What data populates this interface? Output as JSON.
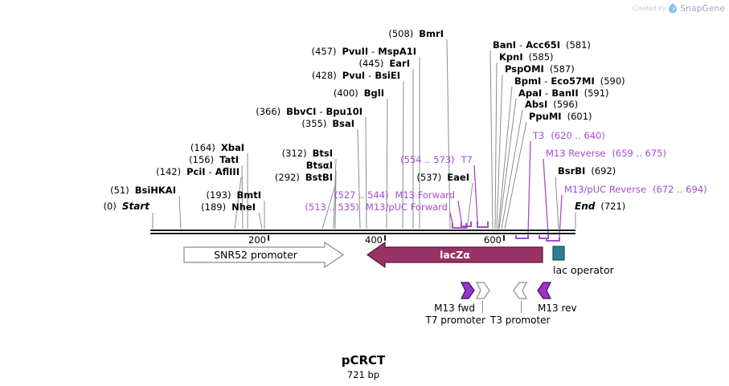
{
  "colors": {
    "primer": "#A24BD3",
    "leader": "#8C8C8C",
    "map_line": "#1A1A1A",
    "lacz_fill": "#993366",
    "lacz_stroke": "#4D1A33",
    "operator_fill": "#2E7F96",
    "operator_stroke": "#16505F",
    "primer_arrow_fill": "#9933CC",
    "primer_arrow_stroke": "#3D1152",
    "white_arrow_stroke": "#8C8C8C",
    "brand_blue": "#7FC4EE",
    "brand_gray": "#9AA7B8"
  },
  "credit": {
    "prefix": "Created by",
    "brand": "SnapGene"
  },
  "plasmid": {
    "name": "pCRCT",
    "length": "721 bp"
  },
  "ruler": {
    "ticks": [
      "200",
      "400",
      "600"
    ]
  },
  "sites": {
    "bmri": {
      "pos": "(508)",
      "n1": "BmrI"
    },
    "pvuii": {
      "pos": "(457)",
      "n1": "PvuII",
      "sep": "-",
      "n2": "MspA1I"
    },
    "eari": {
      "pos": "(445)",
      "n1": "EarI"
    },
    "pvui": {
      "pos": "(428)",
      "n1": "PvuI",
      "sep": "-",
      "n2": "BsiEI"
    },
    "bgli": {
      "pos": "(400)",
      "n1": "BglI"
    },
    "bbvci": {
      "pos": "(366)",
      "n1": "BbvCI",
      "sep": "-",
      "n2": "Bpu10I"
    },
    "bsai": {
      "pos": "(355)",
      "n1": "BsaI"
    },
    "xbai": {
      "pos": "(164)",
      "n1": "XbaI"
    },
    "tati": {
      "pos": "(156)",
      "n1": "TatI"
    },
    "pcii": {
      "pos": "(142)",
      "n1": "PciI",
      "sep": "-",
      "n2": "AflIII"
    },
    "btsi": {
      "pos": "(312)",
      "n1": "BtsI"
    },
    "btsai": {
      "n1": "BtsαI"
    },
    "bstbi": {
      "pos": "(292)",
      "n1": "BstBI"
    },
    "bsihkai": {
      "pos": "(51)",
      "n1": "BsiHKAI"
    },
    "bmti": {
      "pos": "(193)",
      "n1": "BmtI"
    },
    "nhei": {
      "pos": "(189)",
      "n1": "NheI"
    },
    "start": {
      "pos": "(0)",
      "n1": "Start"
    },
    "eaei": {
      "pos": "(537)",
      "n1": "EaeI"
    },
    "bani": {
      "n1": "BanI",
      "sep": "-",
      "n2": "Acc65I",
      "pos": "(581)"
    },
    "kpni": {
      "n1": "KpnI",
      "pos": "(585)"
    },
    "pspomi": {
      "n1": "PspOMI",
      "pos": "(587)"
    },
    "bpmi": {
      "n1": "BpmI",
      "sep": "-",
      "n2": "Eco57MI",
      "pos": "(590)"
    },
    "apai": {
      "n1": "ApaI",
      "sep": "-",
      "n2": "BanII",
      "pos": "(591)"
    },
    "absi": {
      "n1": "AbsI",
      "pos": "(596)"
    },
    "ppumi": {
      "n1": "PpuMI",
      "pos": "(601)"
    },
    "bsrbi": {
      "n1": "BsrBI",
      "pos": "(692)"
    },
    "end": {
      "n1": "End",
      "pos": "(721)"
    }
  },
  "primers": {
    "t7": {
      "range": "(554 .. 573)",
      "name": "T7"
    },
    "m13_forward": {
      "range": "(527 .. 544)",
      "name": "M13 Forward"
    },
    "m13_puc_forward": {
      "range": "(513 .. 535)",
      "name": "M13/pUC Forward"
    },
    "t3": {
      "name": "T3",
      "range": "(620 .. 640)"
    },
    "m13_reverse": {
      "name": "M13 Reverse",
      "range": "(659 .. 675)"
    },
    "m13_puc_reverse": {
      "name": "M13/pUC Reverse",
      "range": "(672 .. 694)"
    }
  },
  "features": {
    "snr52": "SNR52 promoter",
    "lacz": "lacZα",
    "lac_operator": "lac operator"
  },
  "primers_row": {
    "m13_fwd": "M13 fwd",
    "t7_promoter": "T7 promoter",
    "t3_promoter": "T3 promoter",
    "m13_rev": "M13 rev"
  }
}
